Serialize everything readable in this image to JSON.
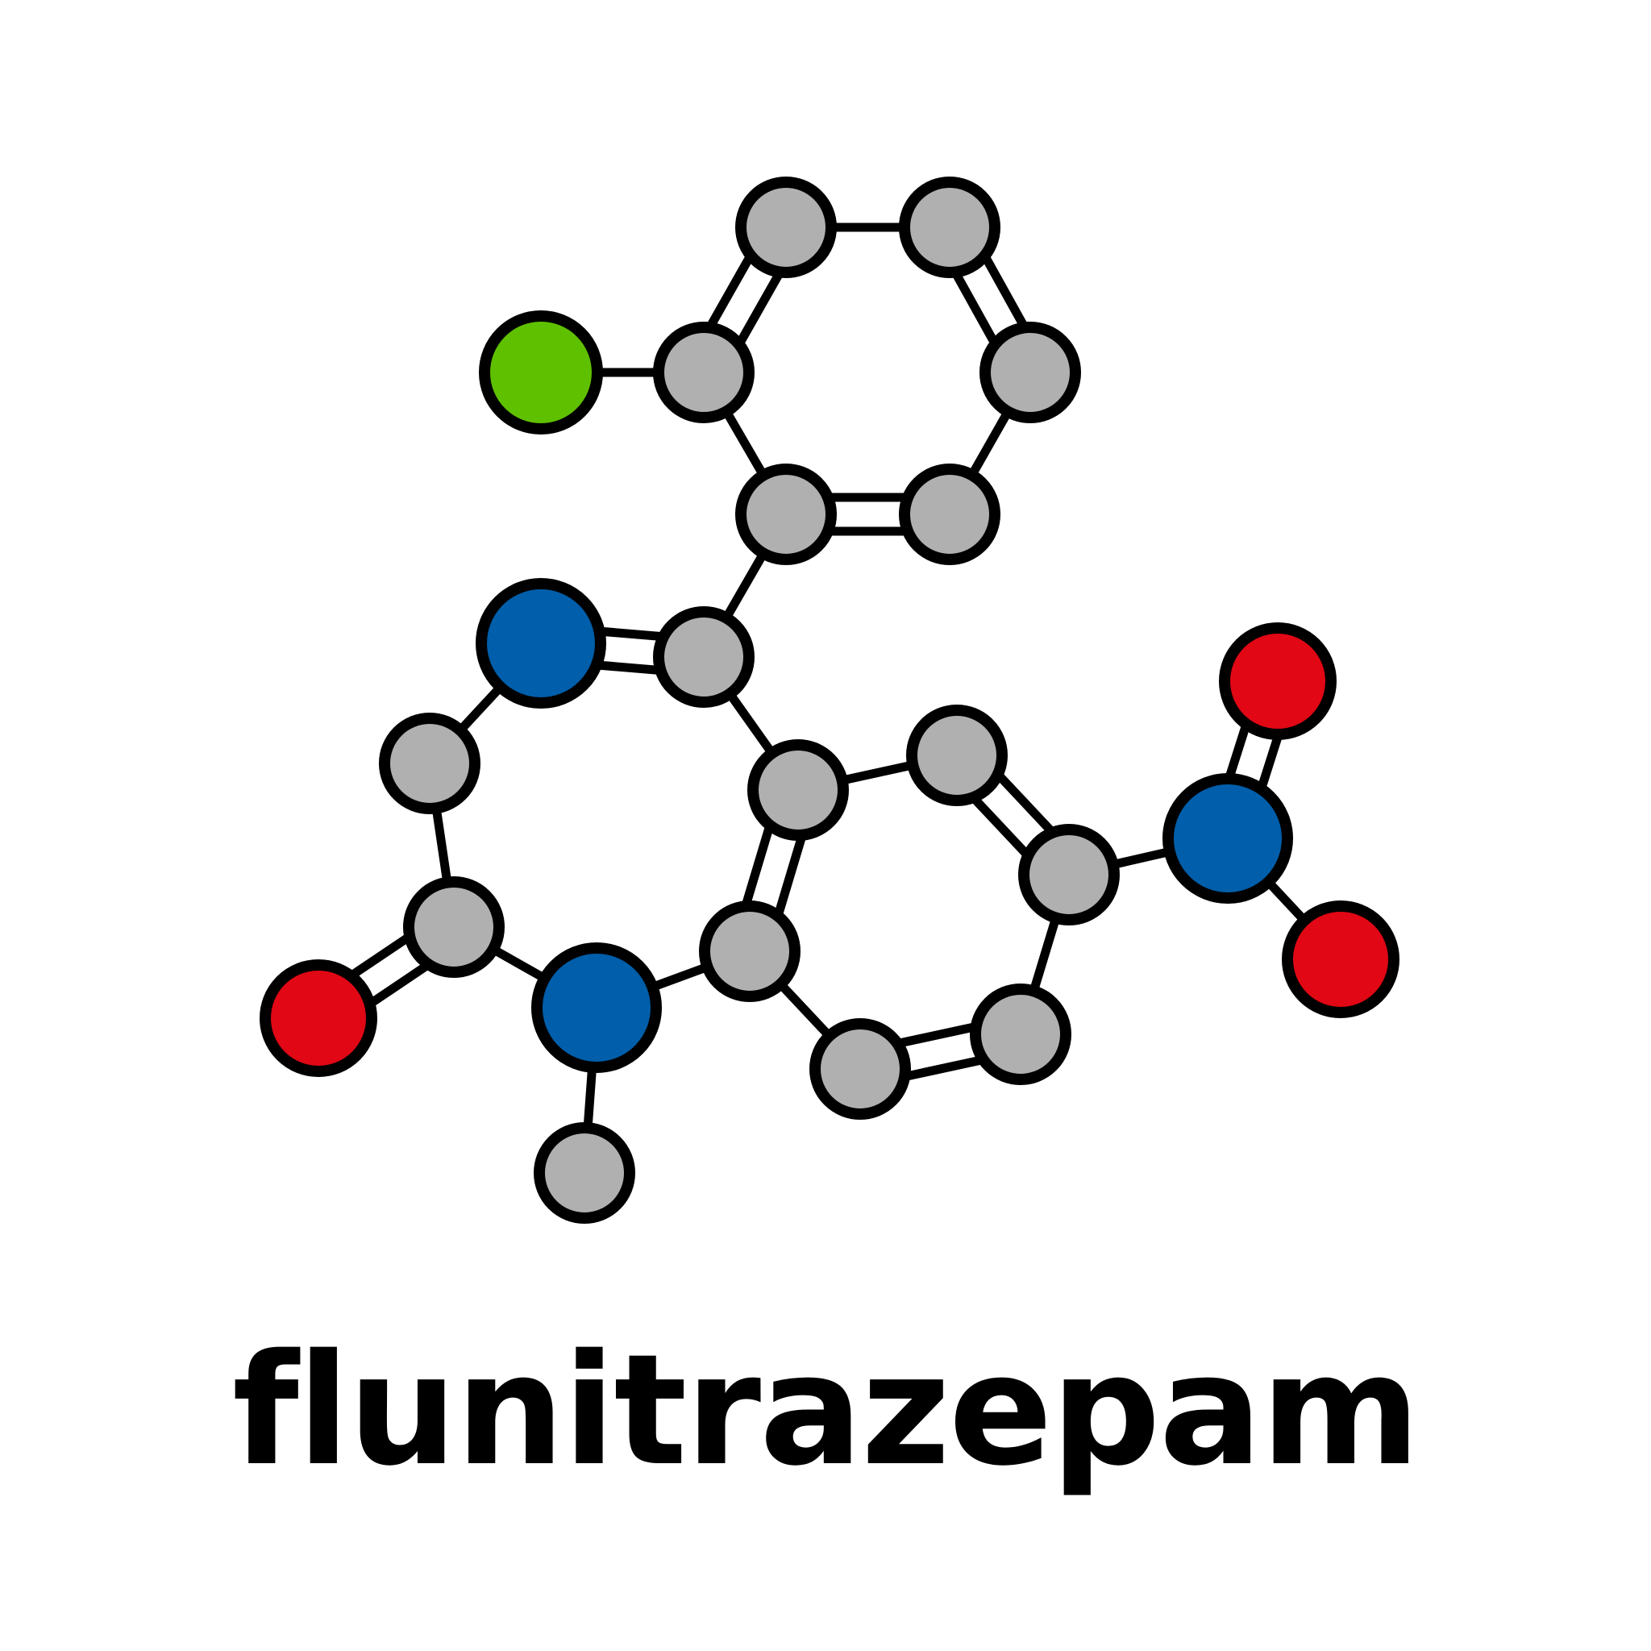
{
  "title": "flunitrazepam",
  "colors": {
    "background": "#ffffff",
    "bond": "#000000",
    "carbon": "#b0b0b0",
    "nitrogen": "#005eaa",
    "oxygen": "#e10714",
    "chlorine": "#5fc000"
  },
  "atoms": [
    {
      "id": "c1",
      "element": "C"
    },
    {
      "id": "c2",
      "element": "C"
    },
    {
      "id": "c3",
      "element": "C"
    },
    {
      "id": "c4",
      "element": "C"
    },
    {
      "id": "c5",
      "element": "C"
    },
    {
      "id": "c6",
      "element": "C"
    },
    {
      "id": "cl",
      "element": "Cl"
    },
    {
      "id": "c7",
      "element": "C"
    },
    {
      "id": "n4",
      "element": "N"
    },
    {
      "id": "c3r",
      "element": "C"
    },
    {
      "id": "c9a",
      "element": "C"
    },
    {
      "id": "c5a",
      "element": "C"
    },
    {
      "id": "c6r",
      "element": "C"
    },
    {
      "id": "c7r",
      "element": "C"
    },
    {
      "id": "c8r",
      "element": "C"
    },
    {
      "id": "c9r",
      "element": "C"
    },
    {
      "id": "n1",
      "element": "N"
    },
    {
      "id": "c2r",
      "element": "C"
    },
    {
      "id": "o2",
      "element": "O"
    },
    {
      "id": "me",
      "element": "C"
    },
    {
      "id": "nno2",
      "element": "N"
    },
    {
      "id": "oa",
      "element": "O"
    },
    {
      "id": "ob",
      "element": "O"
    }
  ],
  "bonds": [
    {
      "a": "c1",
      "b": "c2",
      "order": 1
    },
    {
      "a": "c2",
      "b": "c3",
      "order": 2
    },
    {
      "a": "c3",
      "b": "c4",
      "order": 1
    },
    {
      "a": "c4",
      "b": "c5",
      "order": 2
    },
    {
      "a": "c5",
      "b": "c6",
      "order": 1
    },
    {
      "a": "c6",
      "b": "c1",
      "order": 2
    },
    {
      "a": "c6",
      "b": "cl",
      "order": 1
    },
    {
      "a": "c5",
      "b": "c7",
      "order": 1
    },
    {
      "a": "c7",
      "b": "n4",
      "order": 2
    },
    {
      "a": "n4",
      "b": "c3r",
      "order": 1
    },
    {
      "a": "c3r",
      "b": "c2r",
      "order": 1
    },
    {
      "a": "c2r",
      "b": "o2",
      "order": 2
    },
    {
      "a": "c2r",
      "b": "n1",
      "order": 1
    },
    {
      "a": "n1",
      "b": "me",
      "order": 1
    },
    {
      "a": "n1",
      "b": "c9a",
      "order": 1
    },
    {
      "a": "c7",
      "b": "c5a",
      "order": 1
    },
    {
      "a": "c5a",
      "b": "c9a",
      "order": 2
    },
    {
      "a": "c5a",
      "b": "c6r",
      "order": 1
    },
    {
      "a": "c6r",
      "b": "c7r",
      "order": 2
    },
    {
      "a": "c7r",
      "b": "c8r",
      "order": 1
    },
    {
      "a": "c8r",
      "b": "c9r",
      "order": 2
    },
    {
      "a": "c9r",
      "b": "c9a",
      "order": 1
    },
    {
      "a": "c7r",
      "b": "nno2",
      "order": 1
    },
    {
      "a": "nno2",
      "b": "oa",
      "order": 2
    },
    {
      "a": "nno2",
      "b": "ob",
      "order": 1
    }
  ]
}
